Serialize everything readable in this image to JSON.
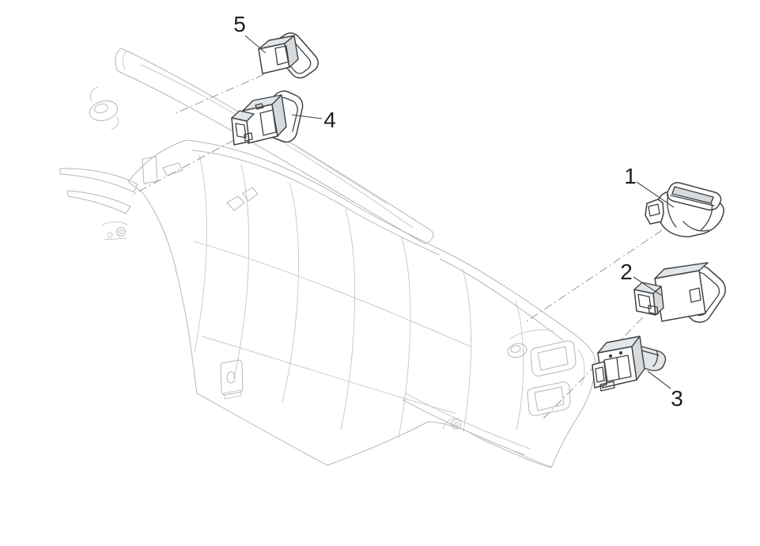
{
  "figure": {
    "type": "exploded-parts-diagram",
    "description": "Wireframe exploded view of a scooter handlebar rear cover with five numbered switch / selector units",
    "background": "#ffffff",
    "colors": {
      "body-line": "#b2b7bc",
      "body-line-light": "#c7cbce",
      "part-line": "#3e4144",
      "part-shade": "#e3e6e9",
      "part-shade-dark": "#d6dadd",
      "leader-line": "#47494c",
      "centerline": "#9aa0a6",
      "label": "#1d1f21"
    }
  },
  "callouts": [
    {
      "number": "1"
    },
    {
      "number": "2"
    },
    {
      "number": "3"
    },
    {
      "number": "4"
    },
    {
      "number": "5"
    }
  ]
}
